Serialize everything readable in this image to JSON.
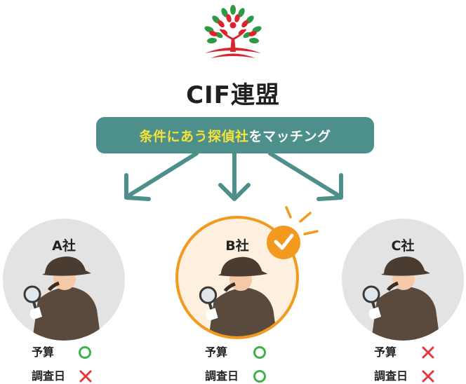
{
  "org": {
    "name": "CIF連盟"
  },
  "matching": {
    "highlight": "条件にあう探偵社",
    "rest": "をマッチング"
  },
  "colors": {
    "teal": "#4d8f8a",
    "highlight": "#f5e23a",
    "orange": "#f39a1e",
    "ok": "#3cb24a",
    "ng": "#e23a3a"
  },
  "companies": [
    {
      "label": "A社",
      "selected": false,
      "criteria": [
        {
          "label": "予算",
          "result": "ok"
        },
        {
          "label": "調査日",
          "result": "ng"
        }
      ]
    },
    {
      "label": "B社",
      "selected": true,
      "criteria": [
        {
          "label": "予算",
          "result": "ok"
        },
        {
          "label": "調査日",
          "result": "ok"
        }
      ]
    },
    {
      "label": "C社",
      "selected": false,
      "criteria": [
        {
          "label": "予算",
          "result": "ng"
        },
        {
          "label": "調査日",
          "result": "ng"
        }
      ]
    }
  ],
  "icons": {
    "selected_badge": "check-circle-icon",
    "ok": "circle-ok-icon",
    "ng": "cross-ng-icon"
  }
}
